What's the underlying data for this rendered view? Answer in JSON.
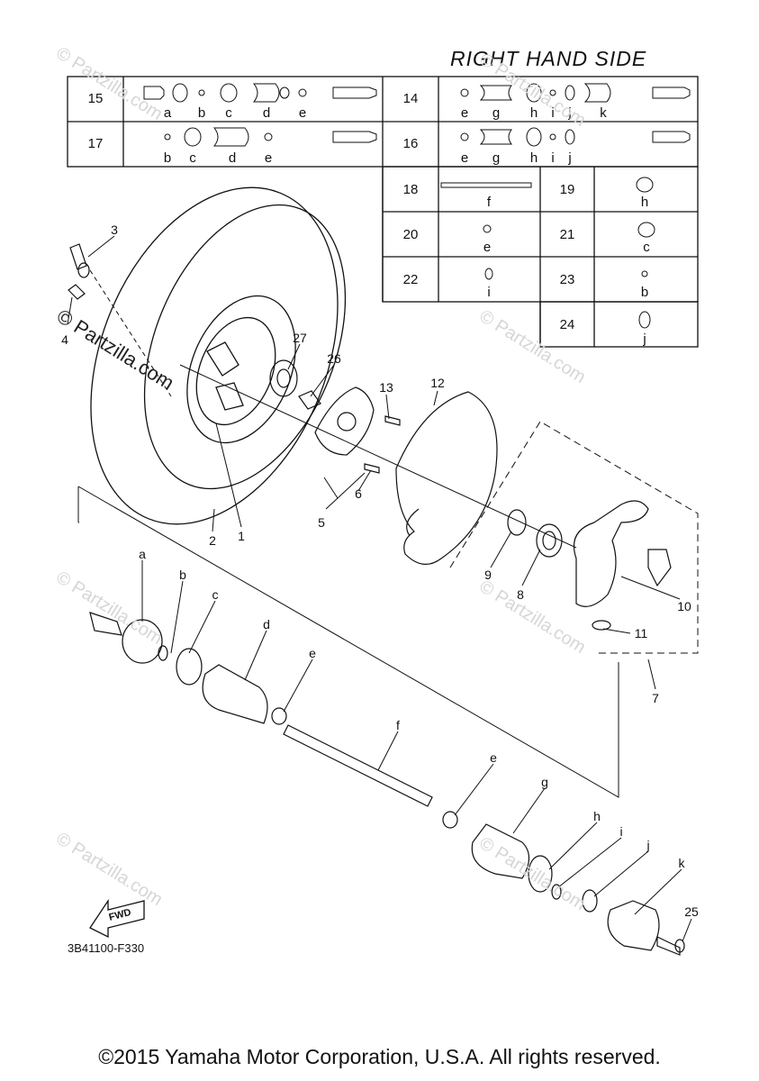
{
  "title": "RIGHT HAND SIDE",
  "copyright": "©2015 Yamaha Motor Corporation, U.S.A. All rights reserved.",
  "diagram_code": "3B41100-F330",
  "fwd_label": "FWD",
  "watermark": "© Partzilla.com",
  "table": {
    "kits": [
      {
        "num": "15",
        "letters": [
          "a",
          "b",
          "c",
          "d",
          "e"
        ]
      },
      {
        "num": "14",
        "letters": [
          "e",
          "g",
          "h",
          "i",
          "j",
          "k"
        ]
      },
      {
        "num": "17",
        "letters": [
          "b",
          "c",
          "d",
          "e"
        ]
      },
      {
        "num": "16",
        "letters": [
          "e",
          "g",
          "h",
          "i",
          "j"
        ]
      }
    ],
    "singles": [
      {
        "num": "18",
        "letter": "f"
      },
      {
        "num": "19",
        "letter": "h"
      },
      {
        "num": "20",
        "letter": "e"
      },
      {
        "num": "21",
        "letter": "c"
      },
      {
        "num": "22",
        "letter": "i"
      },
      {
        "num": "23",
        "letter": "b"
      },
      {
        "num": "24",
        "letter": "j"
      }
    ]
  },
  "callouts": {
    "n1": "1",
    "n2": "2",
    "n3": "3",
    "n4": "4",
    "n5": "5",
    "n6": "6",
    "n7": "7",
    "n8": "8",
    "n9": "9",
    "n10": "10",
    "n11": "11",
    "n12": "12",
    "n13": "13",
    "n25": "25",
    "n26": "26",
    "n27": "27",
    "la": "a",
    "lb": "b",
    "lc": "c",
    "ld": "d",
    "le1": "e",
    "le2": "e",
    "lf": "f",
    "lg": "g",
    "lh": "h",
    "li": "i",
    "lj": "j",
    "lk": "k"
  }
}
